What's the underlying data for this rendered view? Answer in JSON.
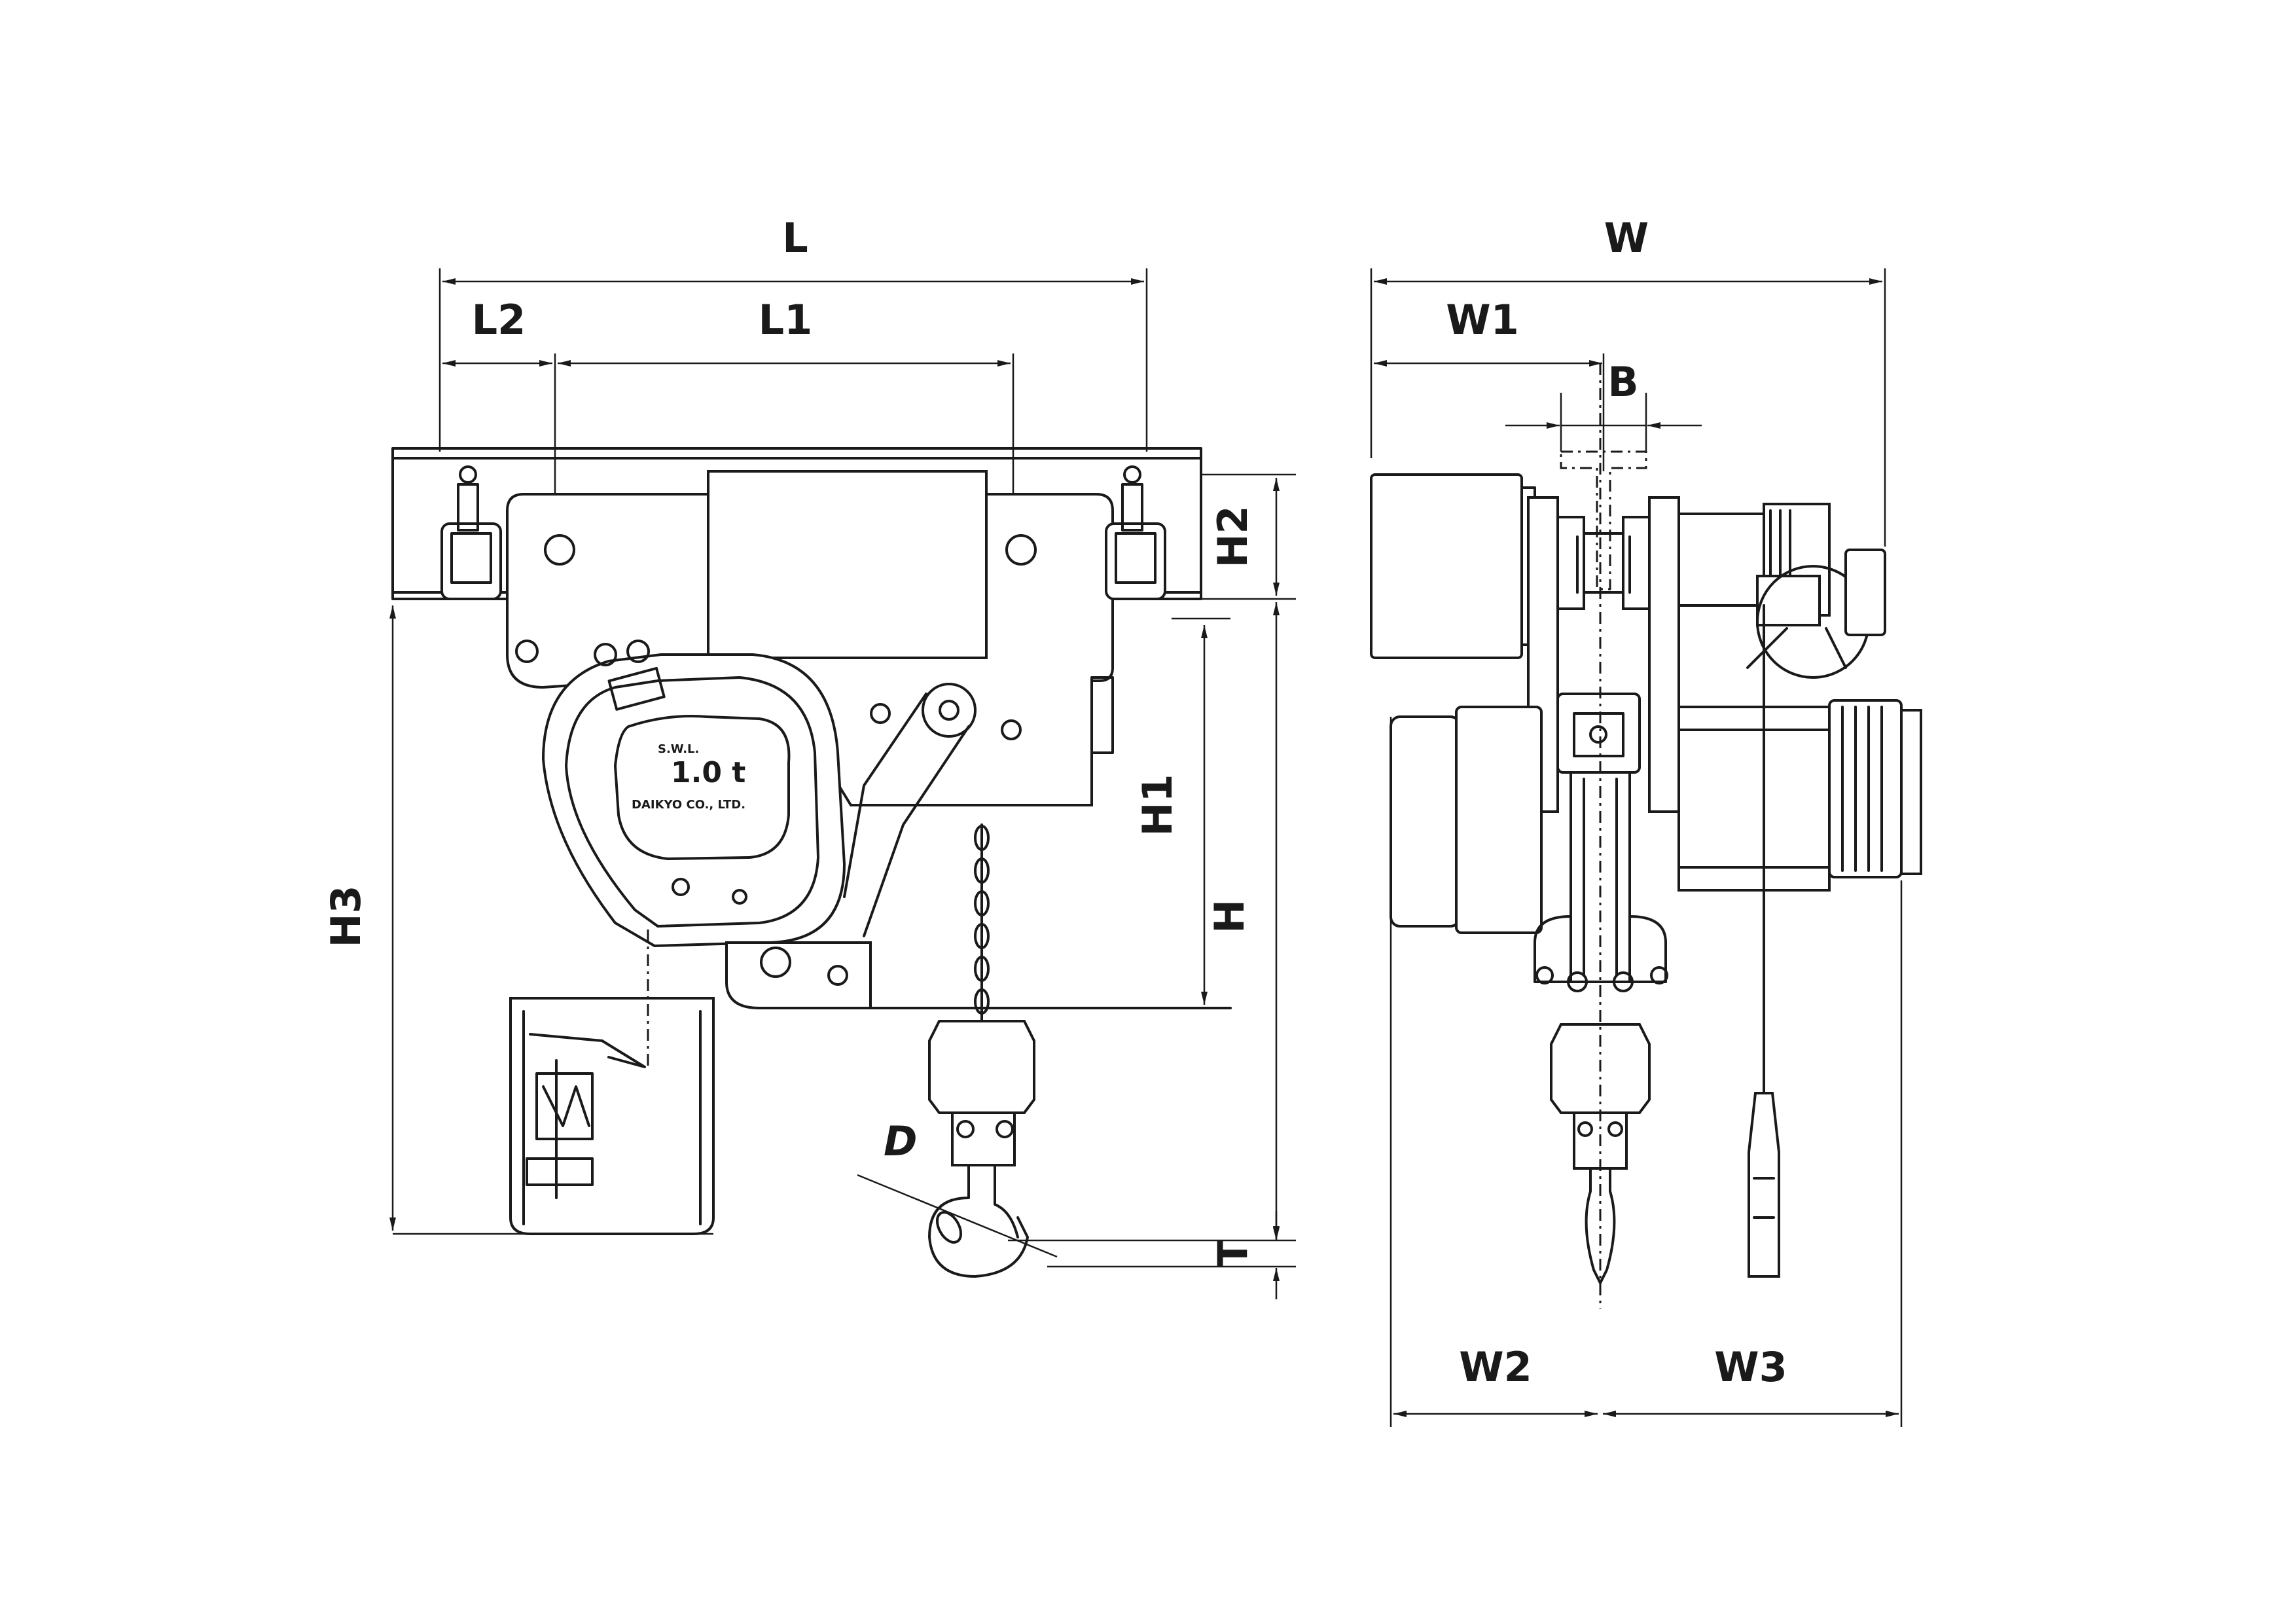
{
  "colors": {
    "ink": "#1a1a1a",
    "paper": "#ffffff"
  },
  "front_view": {
    "dimensions": {
      "L": "L",
      "L1": "L1",
      "L2": "L2",
      "H": "H",
      "H1": "H1",
      "H2": "H2",
      "H3": "H3",
      "D": "D",
      "T": "T"
    },
    "nameplate": {
      "swl": "S.W.L.",
      "capacity": "1.0 t",
      "maker": "DAIKYO CO., LTD."
    }
  },
  "side_view": {
    "dimensions": {
      "W": "W",
      "W1": "W1",
      "W2": "W2",
      "W3": "W3",
      "B": "B"
    }
  }
}
